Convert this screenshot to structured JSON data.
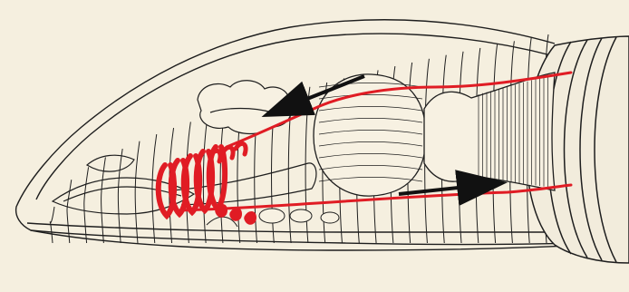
{
  "diagram": {
    "subject": "earthworm-anterior-circulatory-system",
    "colors": {
      "background": "#f5efdf",
      "outline": "#1e1e1e",
      "vessel": "#e01c24",
      "arrow": "#111111"
    },
    "parts": {
      "body_segments": 30,
      "aortic_arches": 5,
      "gizzard_ribs": 18
    },
    "arrows": [
      {
        "label": "",
        "direction": "toward-anterior",
        "vessel": "dorsal"
      },
      {
        "label": "",
        "direction": "toward-posterior",
        "vessel": "ventral"
      }
    ]
  }
}
